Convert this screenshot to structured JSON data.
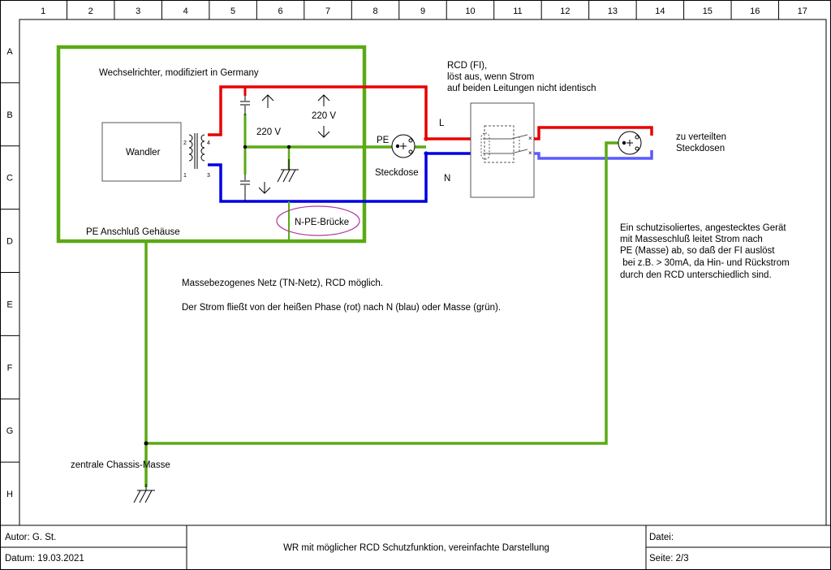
{
  "grid": {
    "columns": [
      "1",
      "2",
      "3",
      "4",
      "5",
      "6",
      "7",
      "8",
      "9",
      "10",
      "11",
      "12",
      "13",
      "14",
      "15",
      "16",
      "17"
    ],
    "rows": [
      "A",
      "B",
      "C",
      "D",
      "E",
      "F",
      "G",
      "H"
    ]
  },
  "labels": {
    "inverter_title": "Wechselrichter, modifiziert in Germany",
    "converter": "Wandler",
    "voltage_left": "220 V",
    "voltage_right": "220 V",
    "pe_label": "PE",
    "socket_label": "Steckdose",
    "line_L": "L",
    "line_N": "N",
    "n_pe_bridge": "N-PE-Brücke",
    "pe_housing": "PE Anschluß Gehäuse",
    "rcd_note": [
      "RCD (FI),",
      "löst aus, wenn Strom",
      "auf beiden Leitungen nicht identisch"
    ],
    "outlets_note": [
      "zu verteilten",
      "Steckdosen"
    ],
    "fault_note": [
      "Ein schutzisoliertes, angestecktes Gerät",
      "mit Masseschluß leitet Strom nach",
      "PE (Masse) ab, so daß der FI auslöst",
      " bei z.B. > 30mA, da Hin- und Rückstrom",
      "durch den RCD unterschiedlich sind."
    ],
    "net_note_1": "Massebezogenes Netz (TN-Netz), RCD möglich.",
    "net_note_2": "Der Strom fließt von der heißen Phase (rot) nach N (blau) oder Masse (grün).",
    "chassis_ground": "zentrale Chassis-Masse",
    "transformer_pins": [
      "2",
      "4",
      "1",
      "3"
    ]
  },
  "title_block": {
    "author": "Autor: G. St.",
    "date": "Datum: 19.03.2021",
    "title": "WR mit möglicher RCD Schutzfunktion, vereinfachte Darstellung",
    "file": "Datei:",
    "page": "Seite: 2/3"
  },
  "colors": {
    "phase": "#e80000",
    "neutral": "#0000e0",
    "neutral_light": "#5a5aff",
    "ground": "#5aaa14",
    "bridge_ellipse": "#b23aa0",
    "frame": "#000000"
  }
}
